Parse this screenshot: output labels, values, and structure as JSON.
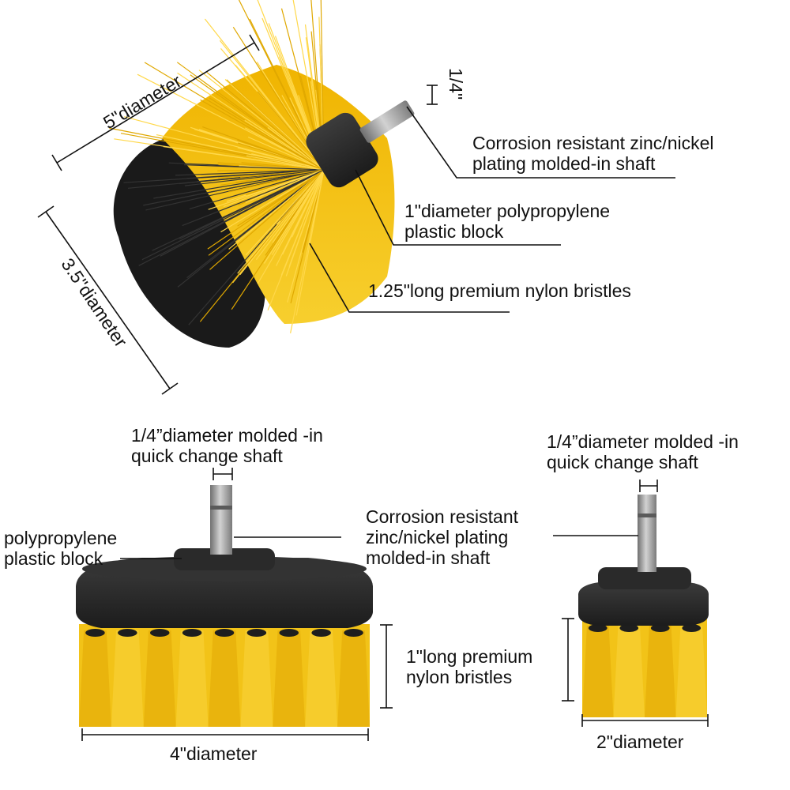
{
  "top_brush": {
    "dim_width": "5\"diameter",
    "dim_height": "3.5\"diameter",
    "dim_shaft": "1/4\"",
    "callout_shaft": [
      "Corrosion resistant zinc/nickel",
      "plating molded-in shaft"
    ],
    "callout_block": [
      "1\"diameter polypropylene",
      "plastic block"
    ],
    "callout_bristles": "1.25\"long premium nylon bristles"
  },
  "left_brush": {
    "shaft_label": [
      "1/4”diameter molded -in",
      "quick change shaft"
    ],
    "block_label": [
      "polypropylene",
      "plastic block"
    ],
    "bristles_label": [
      "1\"long premium",
      "nylon bristles"
    ],
    "diameter_label": "4\"diameter"
  },
  "center_callout": [
    "Corrosion resistant",
    "zinc/nickel plating",
    "molded-in shaft"
  ],
  "right_brush": {
    "shaft_label": [
      "1/4”diameter molded -in",
      "quick change shaft"
    ],
    "diameter_label": "2\"diameter"
  },
  "colors": {
    "bristle_yellow": "#f3c21a",
    "bristle_black": "#1a1a1a",
    "block": "#2b2b2b",
    "shaft": "#9a9a9a"
  }
}
